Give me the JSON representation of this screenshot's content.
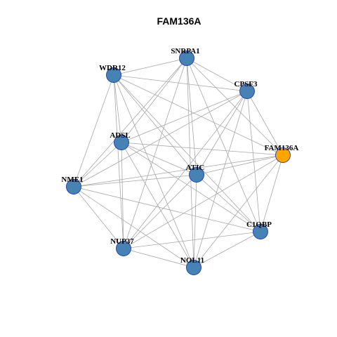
{
  "title": "FAM136A",
  "colors": {
    "node_default": "#4682b4",
    "node_highlight": "#ffa500",
    "node_stroke": "#1f3bb3",
    "edge": "#a8a8a8"
  },
  "nodes": [
    {
      "id": "SNRPA1",
      "label": "SNRPA1",
      "highlight": false
    },
    {
      "id": "WDR12",
      "label": "WDR12",
      "highlight": false
    },
    {
      "id": "CPSF3",
      "label": "CPSF3",
      "highlight": false
    },
    {
      "id": "ADSL",
      "label": "ADSL",
      "highlight": false
    },
    {
      "id": "FAM136A",
      "label": "FAM136A",
      "highlight": true
    },
    {
      "id": "ATIC",
      "label": "ATIC",
      "highlight": false
    },
    {
      "id": "NME1",
      "label": "NME1",
      "highlight": false
    },
    {
      "id": "C1QBP",
      "label": "C1QBP",
      "highlight": false
    },
    {
      "id": "NUP37",
      "label": "NUP37",
      "highlight": false
    },
    {
      "id": "NOL11",
      "label": "NOL11",
      "highlight": false
    }
  ],
  "edges": [
    [
      "SNRPA1",
      "WDR12"
    ],
    [
      "SNRPA1",
      "CPSF3"
    ],
    [
      "SNRPA1",
      "ADSL"
    ],
    [
      "SNRPA1",
      "ATIC"
    ],
    [
      "SNRPA1",
      "FAM136A"
    ],
    [
      "SNRPA1",
      "NME1"
    ],
    [
      "SNRPA1",
      "C1QBP"
    ],
    [
      "SNRPA1",
      "NUP37"
    ],
    [
      "SNRPA1",
      "NOL11"
    ],
    [
      "WDR12",
      "CPSF3"
    ],
    [
      "WDR12",
      "ADSL"
    ],
    [
      "WDR12",
      "ATIC"
    ],
    [
      "WDR12",
      "FAM136A"
    ],
    [
      "WDR12",
      "NME1"
    ],
    [
      "WDR12",
      "NUP37"
    ],
    [
      "WDR12",
      "NOL11"
    ],
    [
      "WDR12",
      "C1QBP"
    ],
    [
      "CPSF3",
      "ADSL"
    ],
    [
      "CPSF3",
      "ATIC"
    ],
    [
      "CPSF3",
      "FAM136A"
    ],
    [
      "CPSF3",
      "NME1"
    ],
    [
      "CPSF3",
      "NUP37"
    ],
    [
      "CPSF3",
      "NOL11"
    ],
    [
      "CPSF3",
      "C1QBP"
    ],
    [
      "ADSL",
      "ATIC"
    ],
    [
      "ADSL",
      "FAM136A"
    ],
    [
      "ADSL",
      "NME1"
    ],
    [
      "ADSL",
      "NUP37"
    ],
    [
      "ADSL",
      "NOL11"
    ],
    [
      "ADSL",
      "C1QBP"
    ],
    [
      "ATIC",
      "FAM136A"
    ],
    [
      "ATIC",
      "NME1"
    ],
    [
      "ATIC",
      "NUP37"
    ],
    [
      "ATIC",
      "NOL11"
    ],
    [
      "ATIC",
      "C1QBP"
    ],
    [
      "FAM136A",
      "NME1"
    ],
    [
      "FAM136A",
      "NUP37"
    ],
    [
      "FAM136A",
      "NOL11"
    ],
    [
      "FAM136A",
      "C1QBP"
    ],
    [
      "NME1",
      "NUP37"
    ],
    [
      "NME1",
      "NOL11"
    ],
    [
      "NME1",
      "C1QBP"
    ],
    [
      "NUP37",
      "NOL11"
    ],
    [
      "NUP37",
      "C1QBP"
    ],
    [
      "NOL11",
      "C1QBP"
    ]
  ]
}
